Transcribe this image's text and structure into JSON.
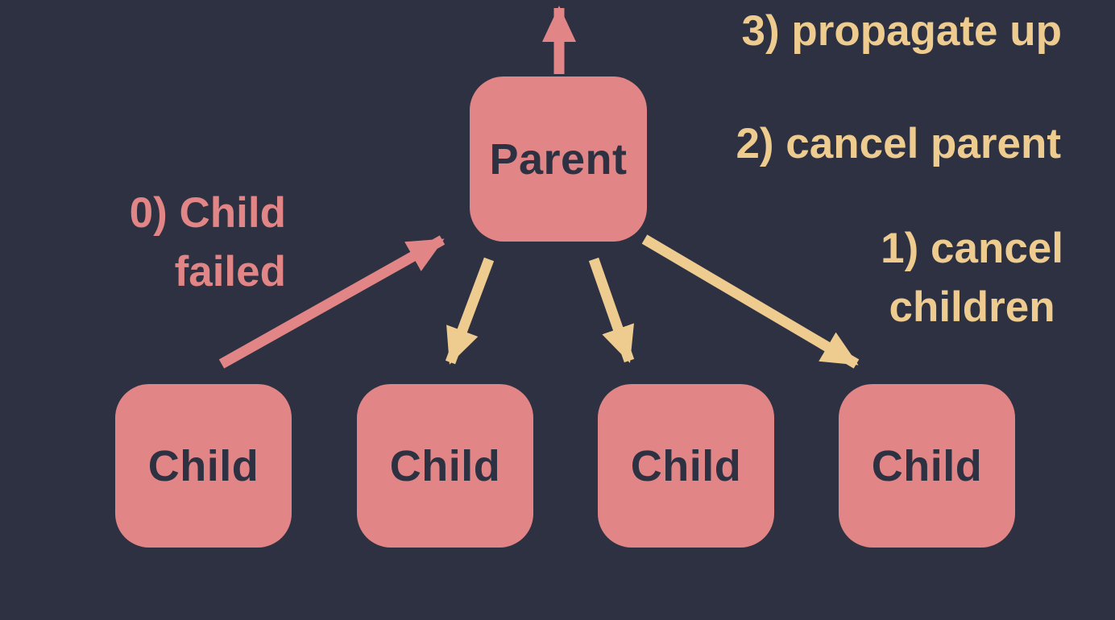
{
  "colors": {
    "background": "#2d3142",
    "salmon": "#e18586",
    "gold": "#eecb8f",
    "ink": "#2d3142"
  },
  "diagram": {
    "parent": {
      "label": "Parent"
    },
    "children": [
      {
        "label": "Child"
      },
      {
        "label": "Child"
      },
      {
        "label": "Child"
      },
      {
        "label": "Child"
      }
    ],
    "annotations": {
      "step0": "0) Child\nfailed",
      "step1": "1) cancel\nchildren",
      "step2": "2) cancel parent",
      "step3": "3) propagate up"
    }
  }
}
